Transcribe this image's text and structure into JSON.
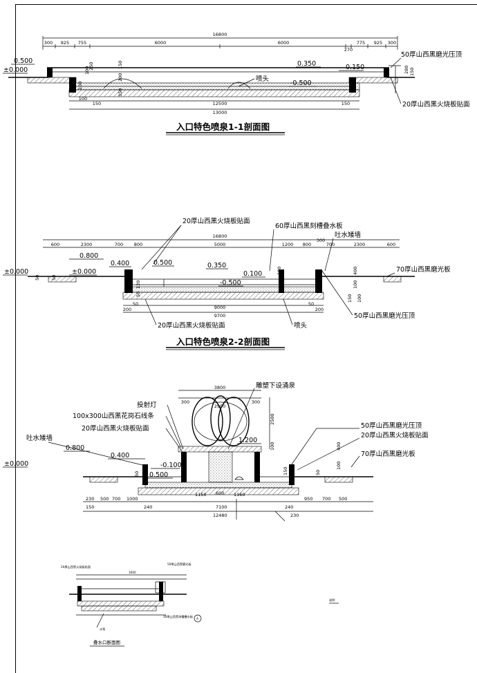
{
  "section1": {
    "title": "入口特色喷泉1-1剖面图",
    "dims_top": [
      "16800",
      "300",
      "925",
      "755",
      "6000",
      "6000",
      "270",
      "775",
      "925",
      "300"
    ],
    "dims_bottom": [
      "100",
      "150",
      "12500",
      "150",
      "13000"
    ],
    "dims_side": [
      "100",
      "250",
      "150",
      "100",
      "200",
      "350",
      "280",
      "150"
    ],
    "levels": [
      "0.500",
      "±0.000",
      "0.350",
      "0.150",
      "-0.500"
    ],
    "callouts": [
      "喷头",
      "50厚山西黑磨光压顶",
      "20厚山西黑火烧板贴面"
    ]
  },
  "section2": {
    "title": "入口特色喷泉2-2剖面图",
    "dims_top": [
      "16800",
      "600",
      "2300",
      "700",
      "800",
      "5000",
      "1200",
      "800",
      "300",
      "700",
      "2300",
      "600"
    ],
    "dims_bottom": [
      "200",
      "50",
      "9000",
      "50",
      "200",
      "9700"
    ],
    "dims_side": [
      "50",
      "50",
      "120",
      "50",
      "100",
      "400",
      "100",
      "150",
      "100"
    ],
    "levels": [
      "0.800",
      "0.400",
      "±0.000",
      "±0.000",
      "0.500",
      "0.350",
      "0.100",
      "-0.500"
    ],
    "callouts": [
      "20厚山西黑火烧板贴面",
      "60厚山西黑刻槽叠水板",
      "吐水矮墙",
      "70厚山西黑磨光板",
      "20厚山西黑火烧板贴面",
      "喷头",
      "50厚山西黑磨光压顶"
    ]
  },
  "section3": {
    "dims_top": [
      "3800",
      "300",
      "2900",
      "300"
    ],
    "dims_bottom": [
      "230",
      "500",
      "700",
      "1000",
      "1150",
      "600",
      "1160",
      "950",
      "700",
      "500",
      "150",
      "240",
      "7100",
      "240",
      "12480",
      "230"
    ],
    "dims_side": [
      "2500",
      "100",
      "400",
      "150",
      "50",
      "50",
      "100"
    ],
    "levels": [
      "1.200",
      "0.800",
      "0.400",
      "-0.100",
      "±0.000",
      "0.500"
    ],
    "callouts": [
      "雕塑下设涌泉",
      "投射灯",
      "100x300山西黑花岗石线条",
      "20厚山西黑火烧板贴面",
      "吐水矮墙",
      "50厚山西黑磨光压顶",
      "20厚山西黑火烧板贴面",
      "70厚山西黑磨光板"
    ]
  },
  "detail": {
    "title": "叠水口断面图",
    "labels": [
      "20厚山西黑火烧板贴面",
      "50厚山西黑磨光板",
      "1600",
      "30厚山西黑刻槽叠水板",
      "水泵"
    ],
    "note": "说明"
  }
}
